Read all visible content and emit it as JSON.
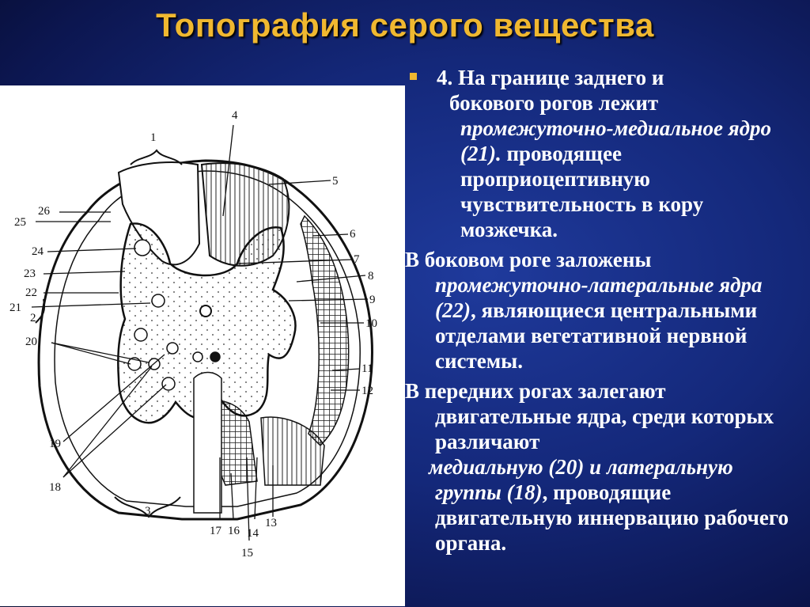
{
  "slide": {
    "title": "Топография серого вещества"
  },
  "figure": {
    "labels": [
      "1",
      "2",
      "3",
      "4",
      "5",
      "6",
      "7",
      "8",
      "9",
      "10",
      "11",
      "12",
      "13",
      "14",
      "15",
      "16",
      "17",
      "18",
      "19",
      "20",
      "21",
      "22",
      "23",
      "24",
      "25",
      "26"
    ]
  },
  "text": {
    "p1_line1": "4. На границе заднего и",
    "p1_rest_a": "бокового рогов лежит ",
    "p1_italic": "промежуточно-медиальное ядро (21).",
    "p1_rest_b": " проводящее проприоцептивную чувствительность в кору мозжечка.",
    "p2_a": "В боковом роге заложены ",
    "p2_italic": "промежуточно-латеральные ядра (22)",
    "p2_b": ", являющиеся центральными отделами вегетативной нервной системы.",
    "p3": "В передних рогах залегают двигательные ядра, среди которых различают",
    "p4_italic": "медиальную (20) и латеральную группы (18)",
    "p4_b": ", проводящие двигательную иннервацию рабочего органа."
  },
  "colors": {
    "title": "#f0b830",
    "bullet": "#f0b830",
    "text": "#ffffff",
    "background": "#14287a"
  }
}
